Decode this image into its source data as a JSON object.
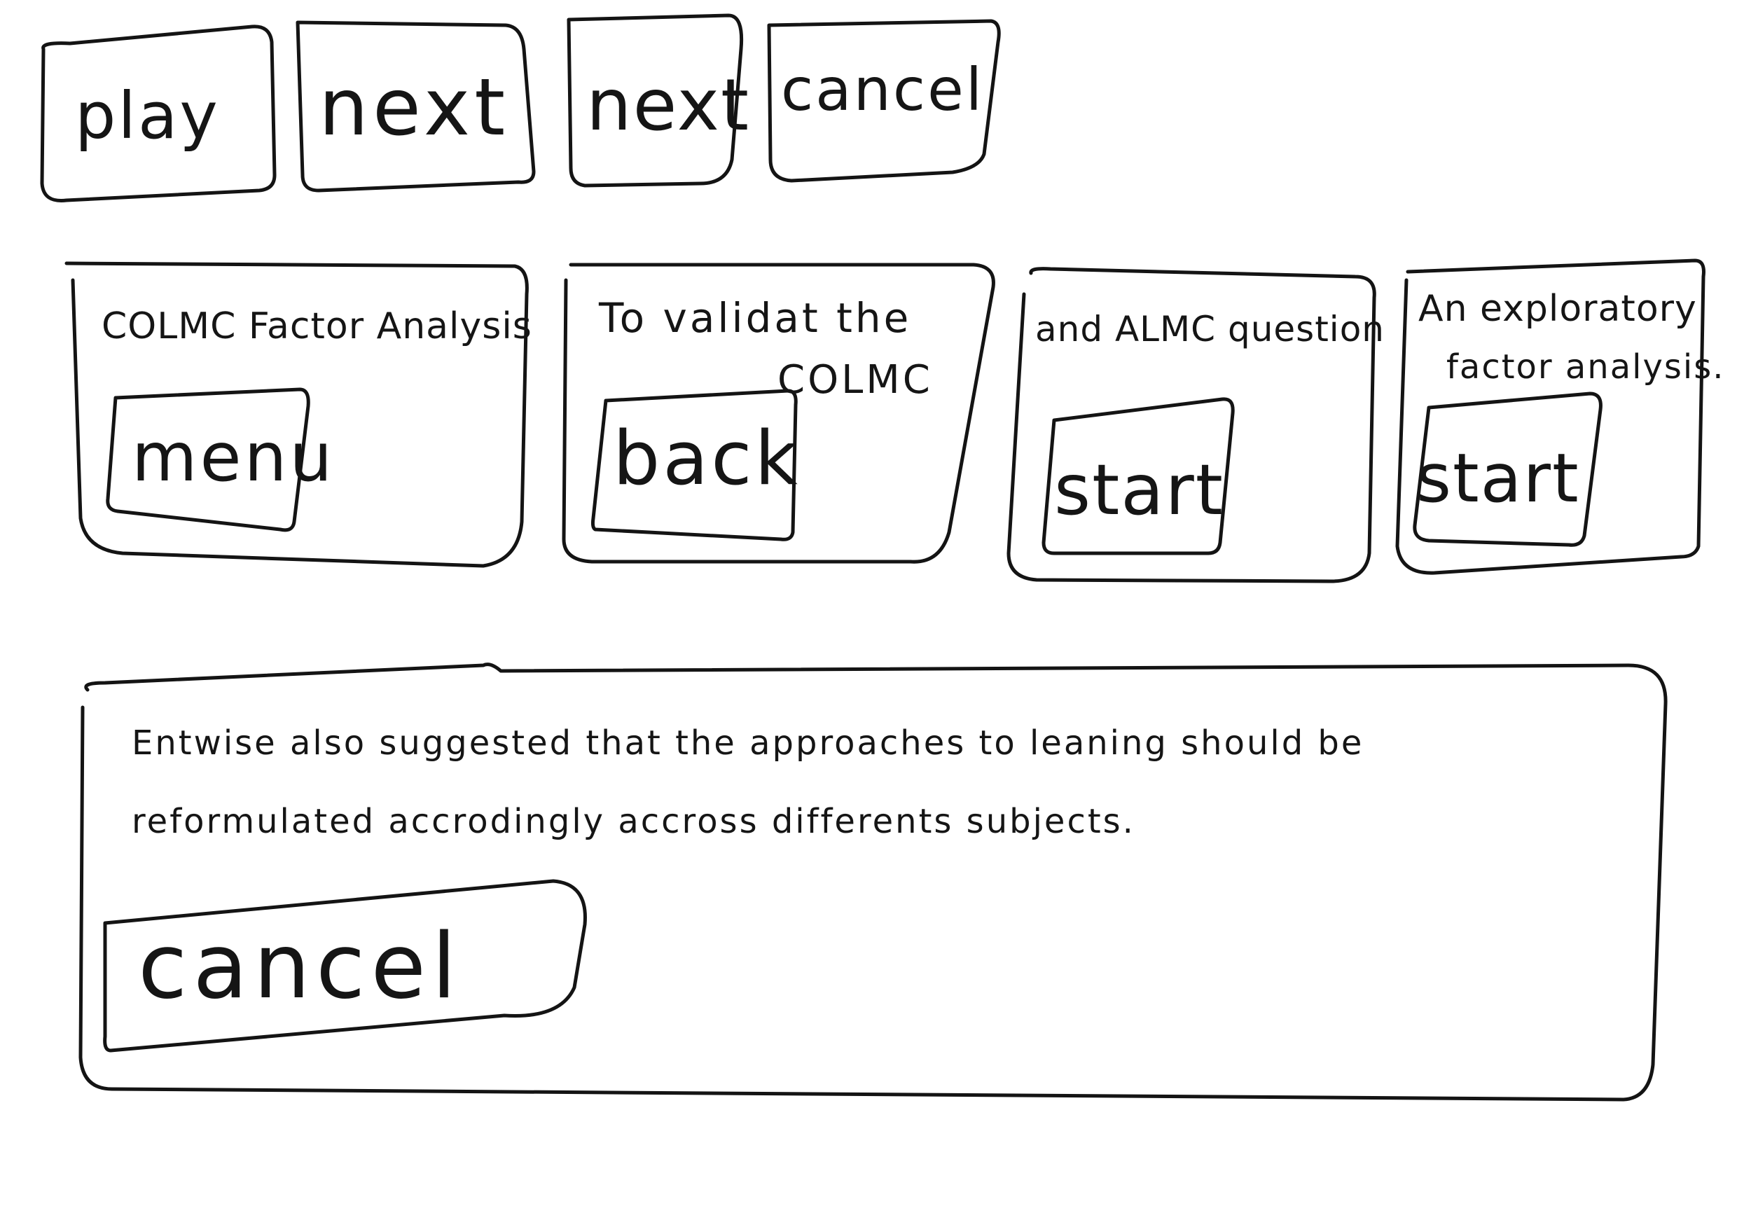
{
  "top_row": {
    "buttons": [
      {
        "label": "play"
      },
      {
        "label": "next"
      },
      {
        "label": "next"
      },
      {
        "label": "cancel"
      }
    ]
  },
  "cards": [
    {
      "text": "COLMC Factor Analysis",
      "button": "menu"
    },
    {
      "text_line1": "To validat the",
      "text_line2": "COLMC",
      "button": "back"
    },
    {
      "text": "and ALMC question",
      "button": "start"
    },
    {
      "text_line1": "An exploratory",
      "text_line2": "factor analysis.",
      "button": "start"
    }
  ],
  "dialog": {
    "text": "Entwise also suggested that the approaches to leaning should be reformulated accrodingly accross differents subjects.",
    "button": "cancel"
  }
}
